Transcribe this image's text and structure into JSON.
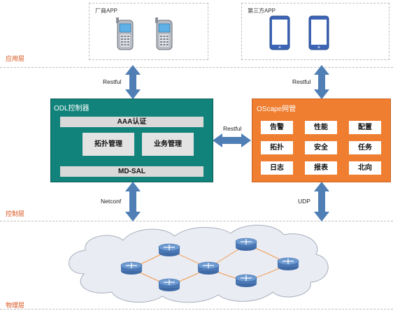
{
  "apps": {
    "vendor_title": "厂商APP",
    "third_title": "第三方APP"
  },
  "layers": {
    "app": "应用层",
    "control": "控制层",
    "physical": "物理层"
  },
  "edges": {
    "left_top": "Restful",
    "right_top": "Restful",
    "middle": "Restful",
    "left_bottom": "Netconf",
    "right_bottom": "UDP"
  },
  "odl": {
    "title": "ODL控制器",
    "aaa": "AAA认证",
    "topology": "拓扑管理",
    "service": "业务管理",
    "mdsal": "MD-SAL"
  },
  "oscape": {
    "title": "OScape网管",
    "cells": [
      "告警",
      "性能",
      "配置",
      "拓扑",
      "安全",
      "任务",
      "日志",
      "报表",
      "北向"
    ]
  },
  "colors": {
    "odl": "#12837b",
    "oscape": "#ef7e31",
    "arrow": "#4f7fb5",
    "layer_label": "#d9531e",
    "cloud": "#e9ecf3",
    "router": "#5a86c0"
  }
}
